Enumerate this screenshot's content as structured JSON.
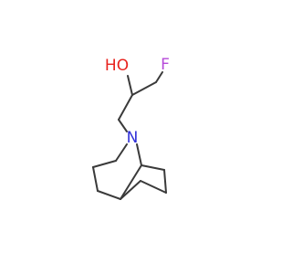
{
  "molecule": {
    "atoms": {
      "oh": {
        "label": "HO",
        "color": "#e8231e"
      },
      "f": {
        "label": "F",
        "color": "#b64ad9"
      },
      "n": {
        "label": "N",
        "color": "#2f2fd8"
      }
    },
    "bond_color": "#3a3a3a"
  }
}
